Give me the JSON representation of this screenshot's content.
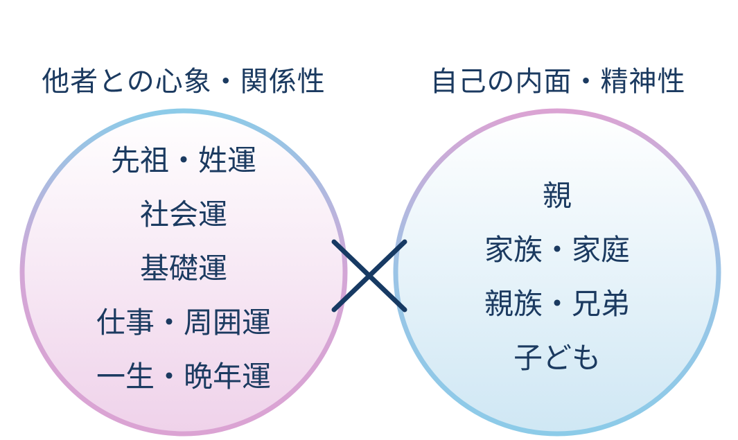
{
  "left": {
    "title": "他者との心象・関係性",
    "items": [
      "先祖・姓運",
      "社会運",
      "基礎運",
      "仕事・周囲運",
      "一生・晩年運"
    ]
  },
  "right": {
    "title": "自己の内面・精神性",
    "items": [
      "親",
      "家族・家庭",
      "親族・兄弟",
      "子ども"
    ]
  },
  "colors": {
    "text": "#1b3a60",
    "pink": "#d9a3d4",
    "blue": "#8ccbe8",
    "cross": "#173a63"
  }
}
